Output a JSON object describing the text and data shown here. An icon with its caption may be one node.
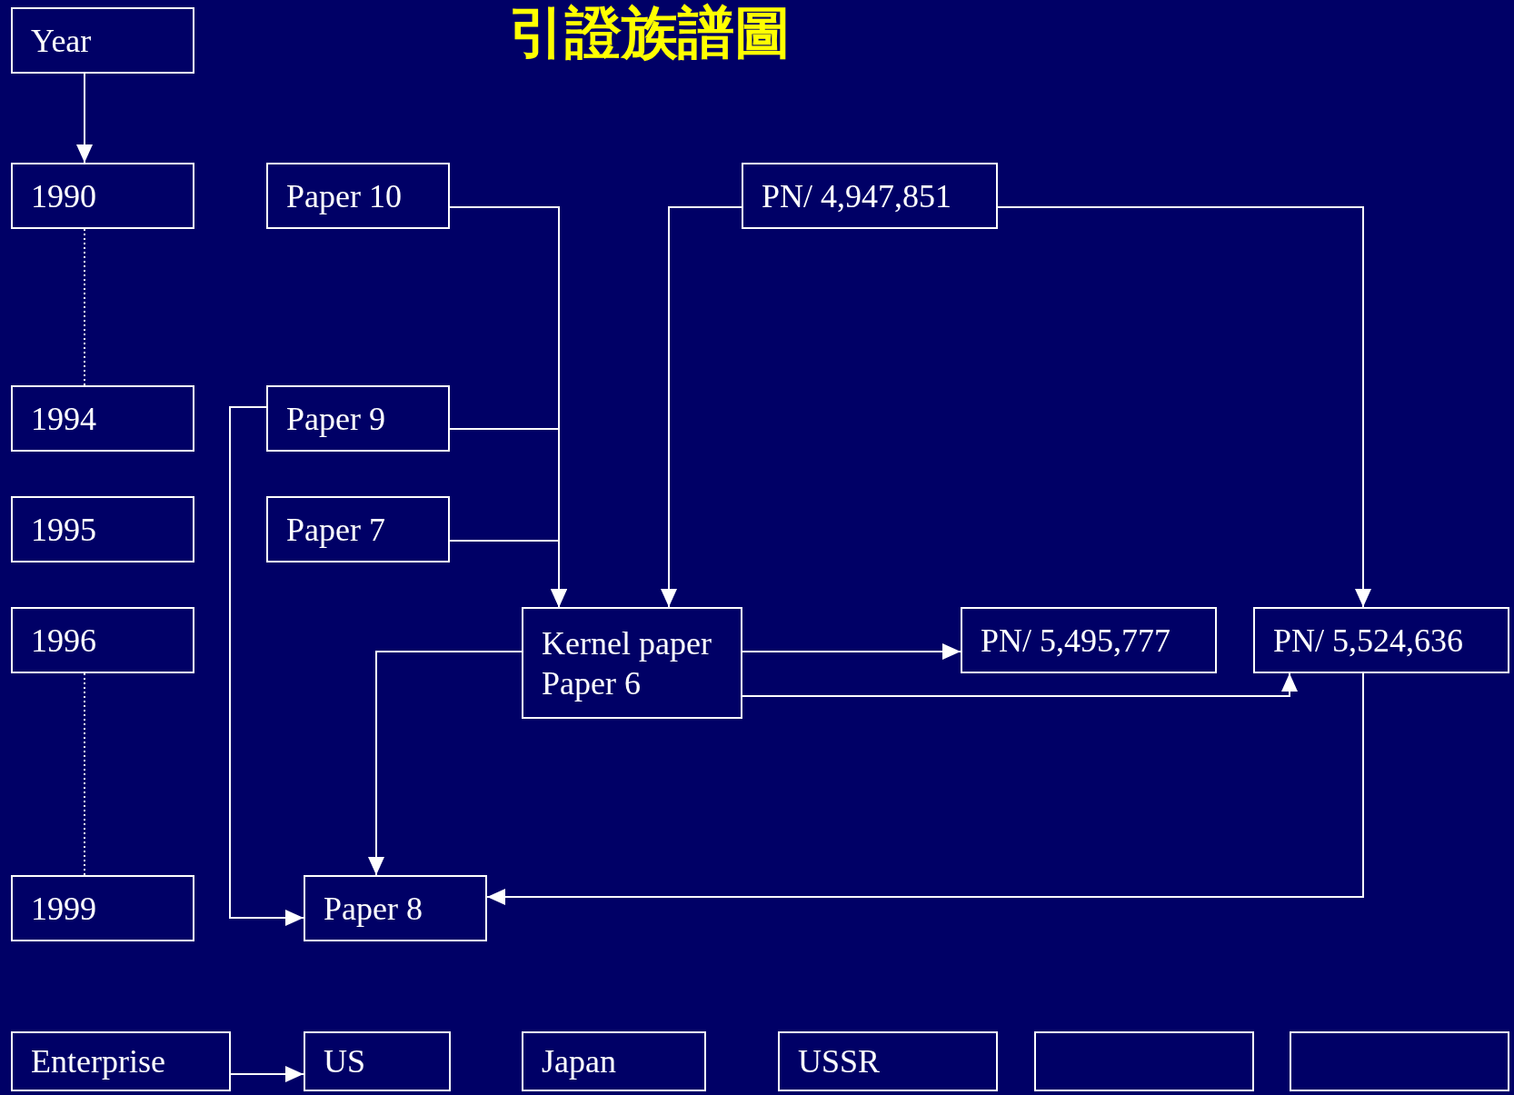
{
  "diagram": {
    "title": "引證族譜圖",
    "nodes": [
      {
        "text": [
          "Year"
        ]
      },
      {
        "text": [
          "1990"
        ]
      },
      {
        "text": [
          "1994"
        ]
      },
      {
        "text": [
          "1995"
        ]
      },
      {
        "text": [
          "1996"
        ]
      },
      {
        "text": [
          "1999"
        ]
      },
      {
        "text": [
          "Paper 10"
        ]
      },
      {
        "text": [
          "PN/ 4,947,851"
        ]
      },
      {
        "text": [
          "Paper 9"
        ]
      },
      {
        "text": [
          "Paper 7"
        ]
      },
      {
        "text": [
          "Kernel paper",
          "Paper 6"
        ]
      },
      {
        "text": [
          "PN/ 5,495,777"
        ]
      },
      {
        "text": [
          "PN/ 5,524,636"
        ]
      },
      {
        "text": [
          "Paper 8"
        ]
      },
      {
        "text": [
          "Enterprise"
        ]
      },
      {
        "text": [
          "US"
        ]
      },
      {
        "text": [
          "Japan"
        ]
      },
      {
        "text": [
          "USSR"
        ]
      },
      {
        "text": [],
        "shape": "box"
      },
      {
        "text": [],
        "shape": "box"
      }
    ],
    "edges": [
      {
        "from": 0,
        "to": 1,
        "arrow": "to"
      },
      {
        "from": 1,
        "to": 2,
        "arrow": "none",
        "style": "dashed"
      },
      {
        "from": 4,
        "to": 5,
        "arrow": "none",
        "style": "dashed"
      },
      {
        "from": 6,
        "to": 10,
        "arrow": "to"
      },
      {
        "from": 8,
        "to": 10,
        "arrow": "to"
      },
      {
        "from": 9,
        "to": 10,
        "arrow": "to"
      },
      {
        "from": 7,
        "to": 10,
        "arrow": "to"
      },
      {
        "from": 7,
        "to": 12,
        "arrow": "to"
      },
      {
        "from": 10,
        "to": 11,
        "arrow": "to"
      },
      {
        "from": 10,
        "to": 12,
        "arrow": "to"
      },
      {
        "from": 10,
        "to": 13,
        "arrow": "to"
      },
      {
        "from": 8,
        "to": 13,
        "arrow": "to"
      },
      {
        "from": 12,
        "to": 13,
        "arrow": "to"
      },
      {
        "from": 14,
        "to": 15,
        "arrow": "to"
      }
    ]
  }
}
